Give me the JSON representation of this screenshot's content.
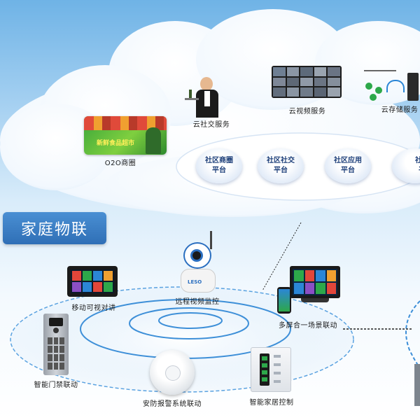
{
  "cloud": {
    "services": {
      "o2o": "O2O商圈",
      "o2o_banner": "新鲜食品超市",
      "social": "云社交服务",
      "video": "云视频服务",
      "storage": "云存储服务"
    },
    "platforms": [
      {
        "line1": "社区商圈",
        "line2": "平台"
      },
      {
        "line1": "社区社交",
        "line2": "平台"
      },
      {
        "line1": "社区应用",
        "line2": "平台"
      },
      {
        "line1": "社区",
        "line2": "平"
      }
    ]
  },
  "home_iot": {
    "title": "家庭物联",
    "devices": {
      "mobile_video_intercom": "移动可视对讲",
      "remote_video_monitor": "远程视频监控",
      "multi_screen": "多屏合一场景联动",
      "door_access": "智能门禁联动",
      "security_alarm": "安防报警系统联动",
      "home_control": "智能家居控制"
    },
    "camera_brand": "LESO"
  },
  "colors": {
    "title_bg": "#3a7fc6",
    "ring": "#3d8fd8",
    "platform_text": "#1d3f7a"
  }
}
